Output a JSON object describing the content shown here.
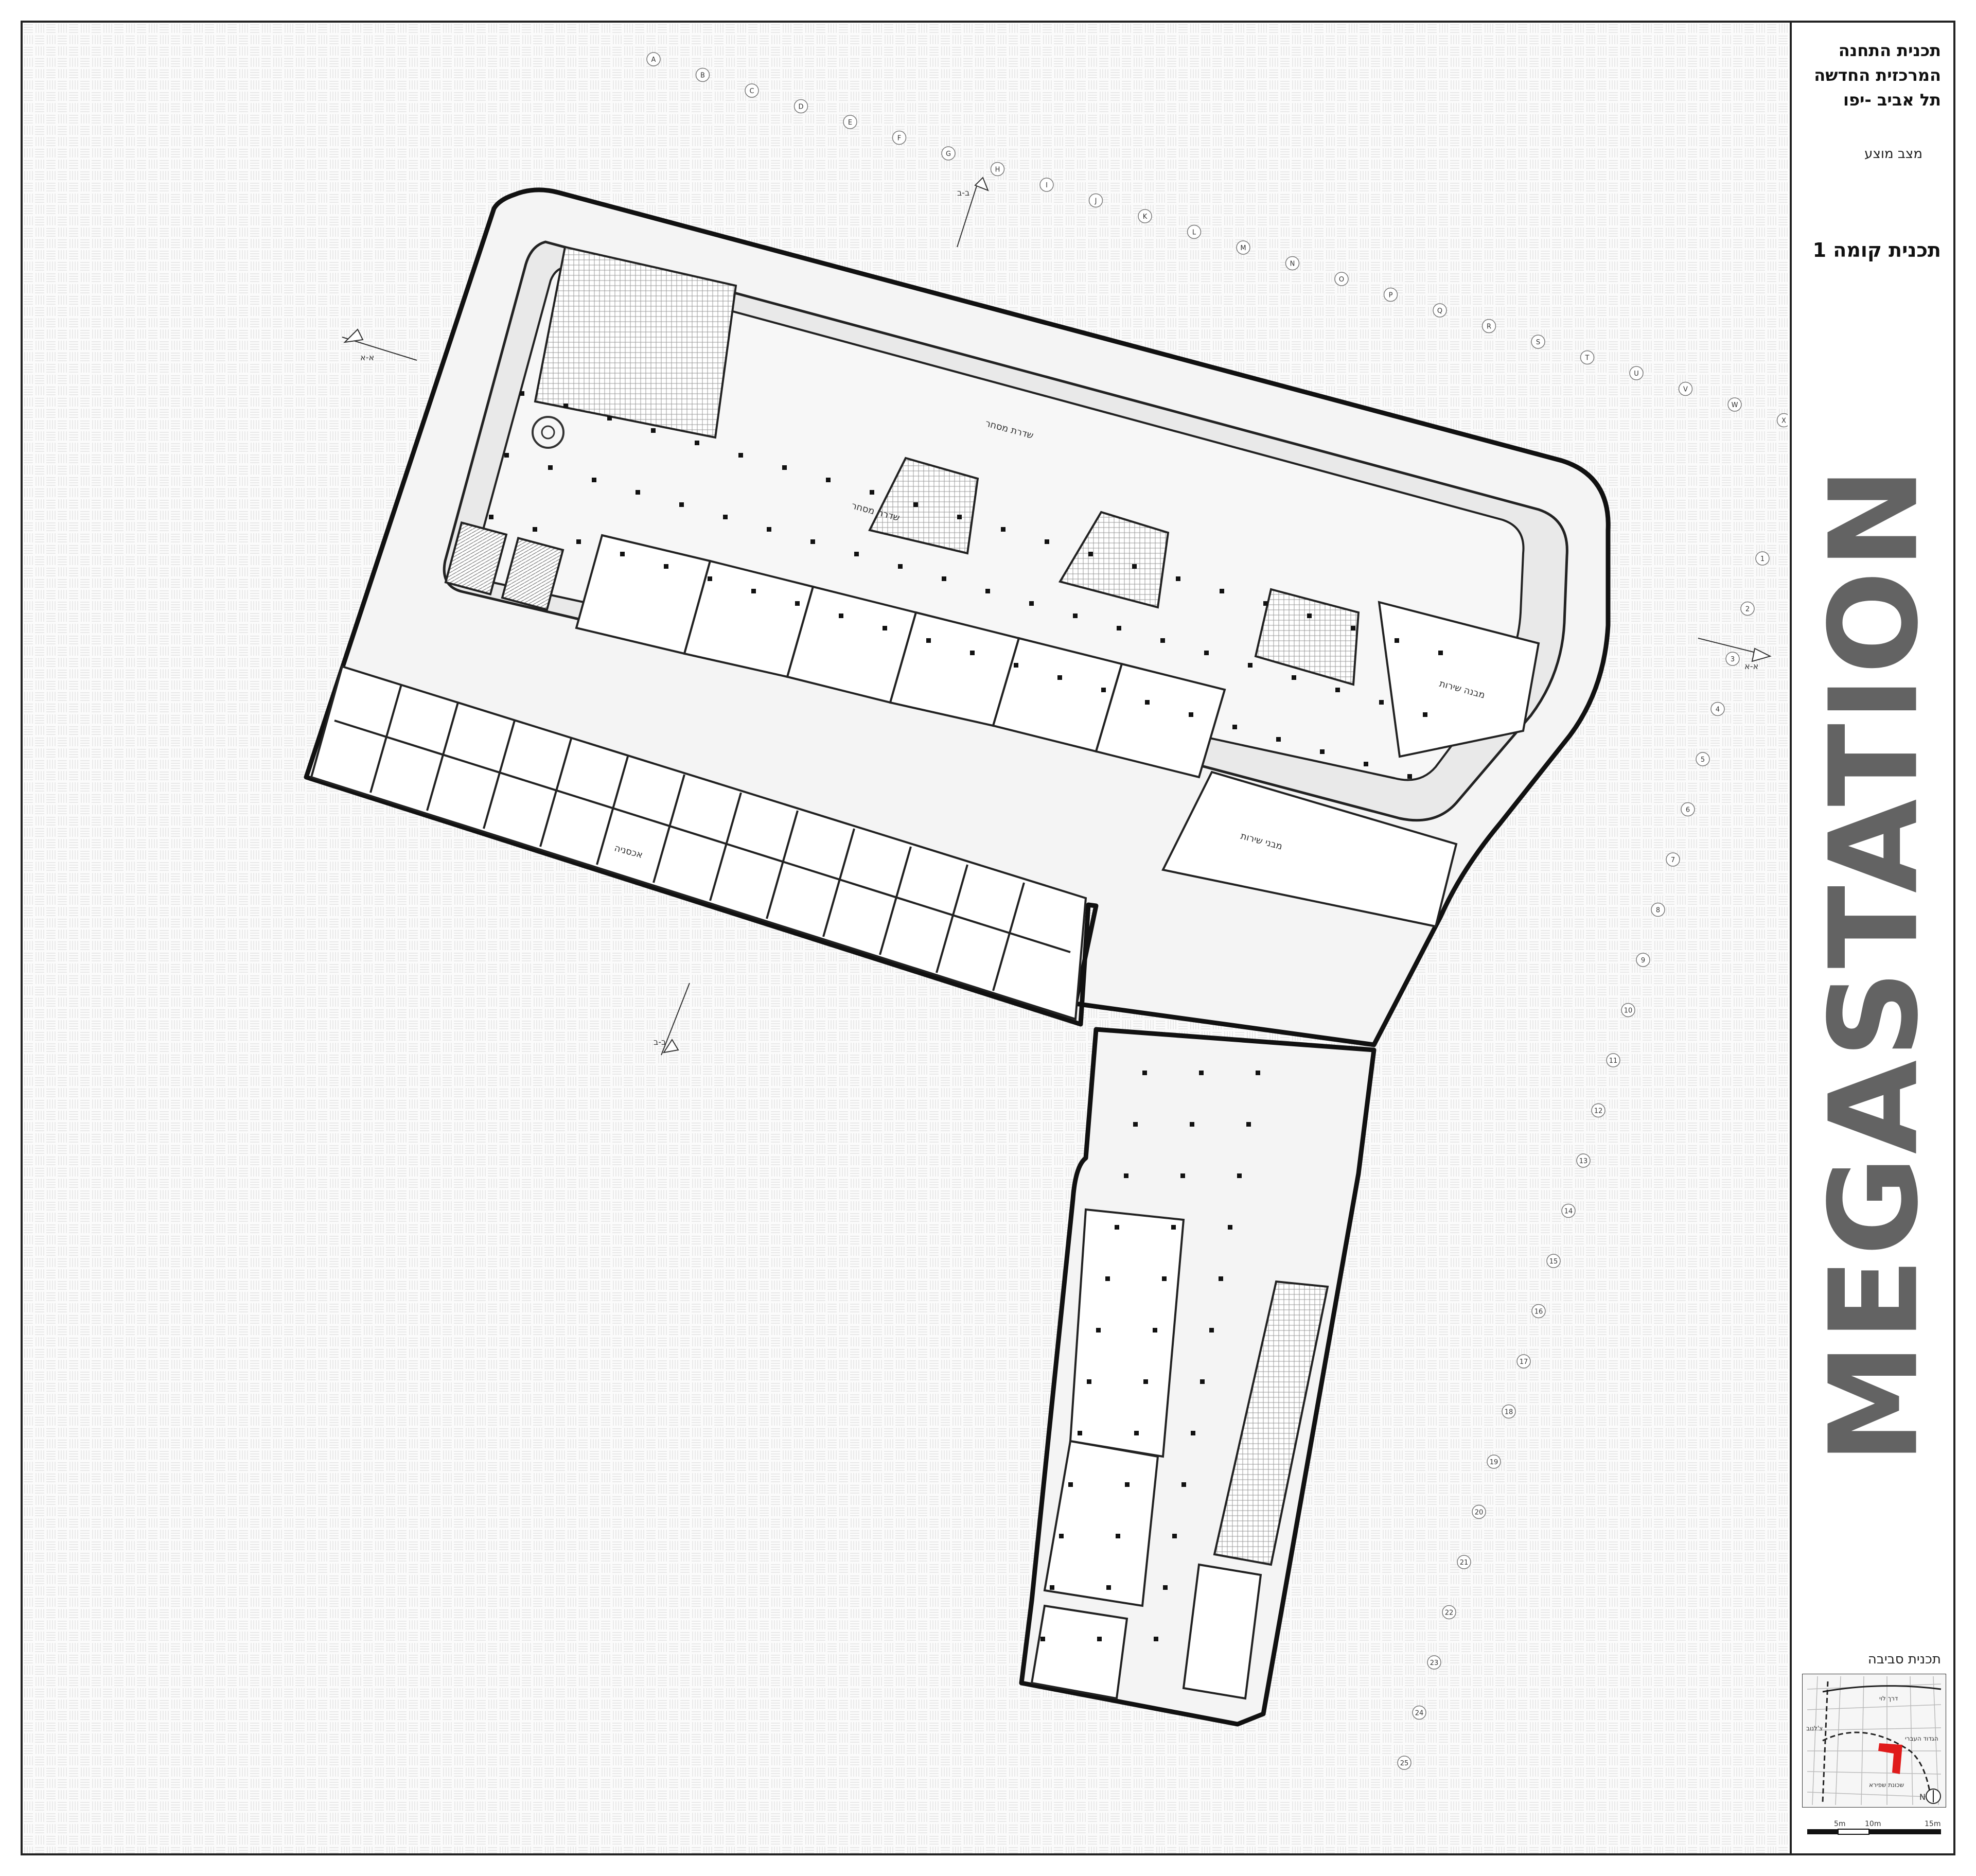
{
  "title_block": {
    "title_lines": [
      "תכנית התחנה",
      "המרכזית החדשה",
      "תל אביב -יפו"
    ],
    "status": "מצב מוצע",
    "sheet_title": "תכנית קומה 1",
    "brand": "MEGASTATION",
    "context_label": "תכנית סביבה",
    "north_label": "N",
    "scale_labels": [
      "5m",
      "10m",
      "15m"
    ]
  },
  "context_map": {
    "street_labels": [
      "דרך לוי",
      "צ'לנוב",
      "הגדוד העברי",
      "שכונת שפירא"
    ],
    "highlight_color": "#e01b1b"
  },
  "plan": {
    "room_labels": [
      "שדרת מסחר",
      "שדרת מסחר",
      "מבנה שירות",
      "מבני שירות",
      "אכסניה"
    ],
    "section_markers": [
      "א-א",
      "א-א",
      "ב-ב",
      "ב-ב"
    ],
    "grid_letters": [
      "A",
      "B",
      "C",
      "D",
      "E",
      "F",
      "G",
      "H",
      "I",
      "J",
      "K",
      "L",
      "M",
      "N",
      "O",
      "P",
      "Q",
      "R",
      "S",
      "T",
      "U",
      "V",
      "W",
      "X"
    ],
    "grid_numbers": [
      "1",
      "2",
      "3",
      "4",
      "5",
      "6",
      "7",
      "8",
      "9",
      "10",
      "11",
      "12",
      "13",
      "14",
      "15",
      "16",
      "17",
      "18",
      "19",
      "20",
      "21",
      "22",
      "23",
      "24",
      "25"
    ]
  },
  "colors": {
    "wall": "#111111",
    "floor": "#f2f2f2",
    "ramp": "#e6e6e6",
    "pattern": "#e3e3e3",
    "brand_gray": "#636363",
    "highlight": "#e01b1b"
  }
}
